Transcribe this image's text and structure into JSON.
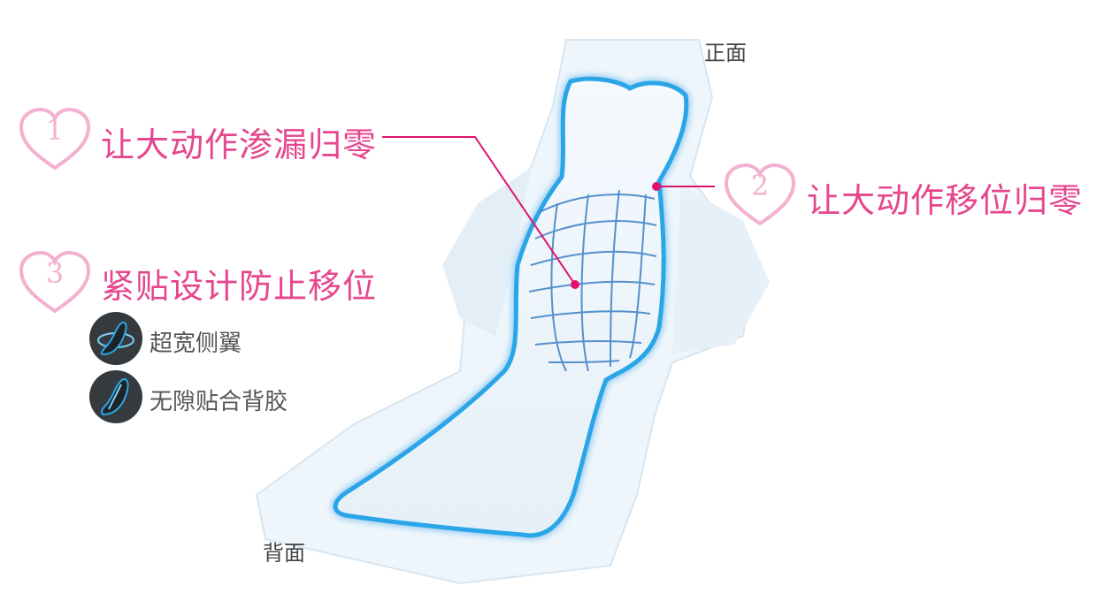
{
  "labels": {
    "front": "正面",
    "back": "背面"
  },
  "features": [
    {
      "number": "1",
      "text": "让大动作渗漏归零"
    },
    {
      "number": "2",
      "text": "让大动作移位归零"
    },
    {
      "number": "3",
      "text": "紧贴设计防止移位"
    }
  ],
  "sub_features": [
    {
      "icon": "wide-wings-pad-icon",
      "text": "超宽侧翼"
    },
    {
      "icon": "adhesive-back-pad-icon",
      "text": "无隙贴合背胶"
    }
  ],
  "colors": {
    "accent": "#e6468e",
    "heart": "#f4b0cf",
    "pad_outline": "#2aa6e8",
    "line": "#e0146e"
  }
}
